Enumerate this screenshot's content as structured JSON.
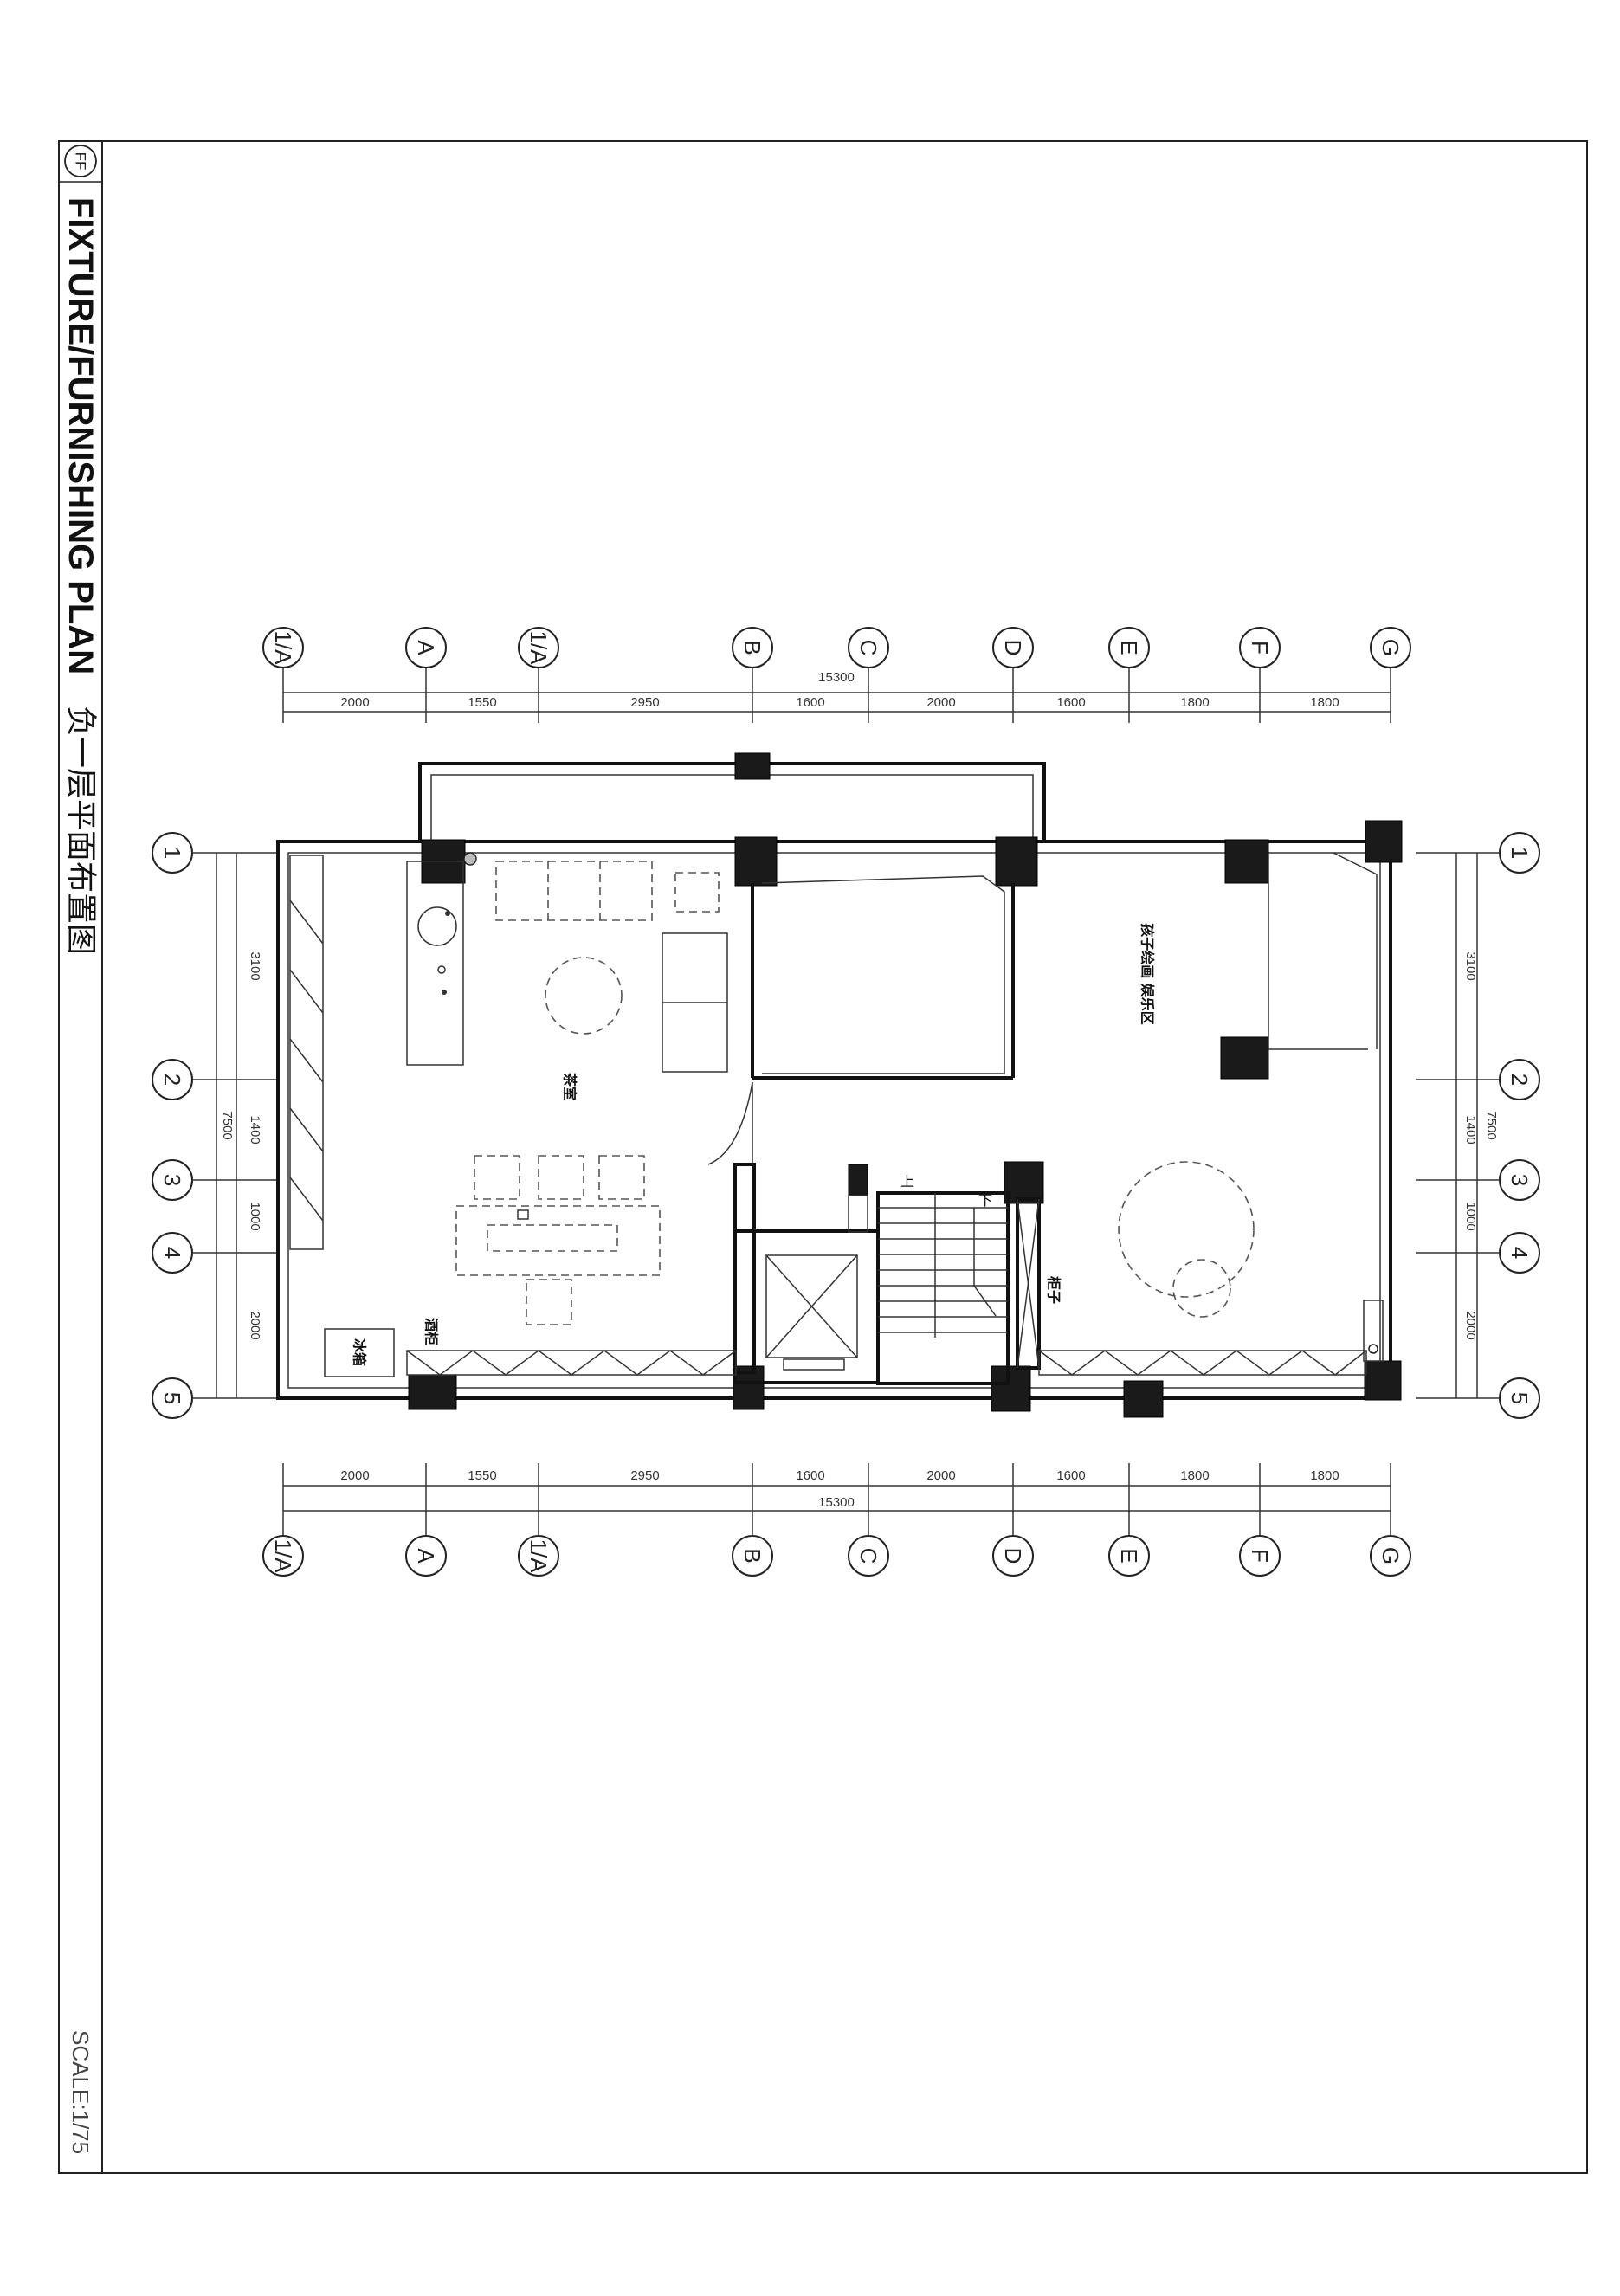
{
  "sheet": {
    "code": "FF",
    "title_en": "FIXTURE/FURNISHING PLAN",
    "title_cn": "负一层平面布置图",
    "scale": "SCALE:1/75"
  },
  "grid_columns": [
    "1/A",
    "A",
    "1/A",
    "B",
    "C",
    "D",
    "E",
    "F",
    "G"
  ],
  "grid_rows": [
    "1",
    "2",
    "3",
    "4",
    "5"
  ],
  "dimensions": {
    "horizontal_segments": [
      "2000",
      "1550",
      "2950",
      "1600",
      "2000",
      "1600",
      "1800",
      "1800"
    ],
    "horizontal_total": "15300",
    "vertical_segments": [
      "3100",
      "1400",
      "1000",
      "2000"
    ],
    "vertical_total": "7500"
  },
  "rooms": {
    "tea_room": "茶室",
    "kids_area": "孩子绘画 娱乐区",
    "wine_cabinet": "酒柜",
    "fridge": "冰箱",
    "cabinet": "柜子"
  },
  "stair": {
    "up": "上",
    "down": "下"
  },
  "colors": {
    "line": "#111111",
    "column_fill": "#1a1a1a",
    "background": "#ffffff"
  }
}
